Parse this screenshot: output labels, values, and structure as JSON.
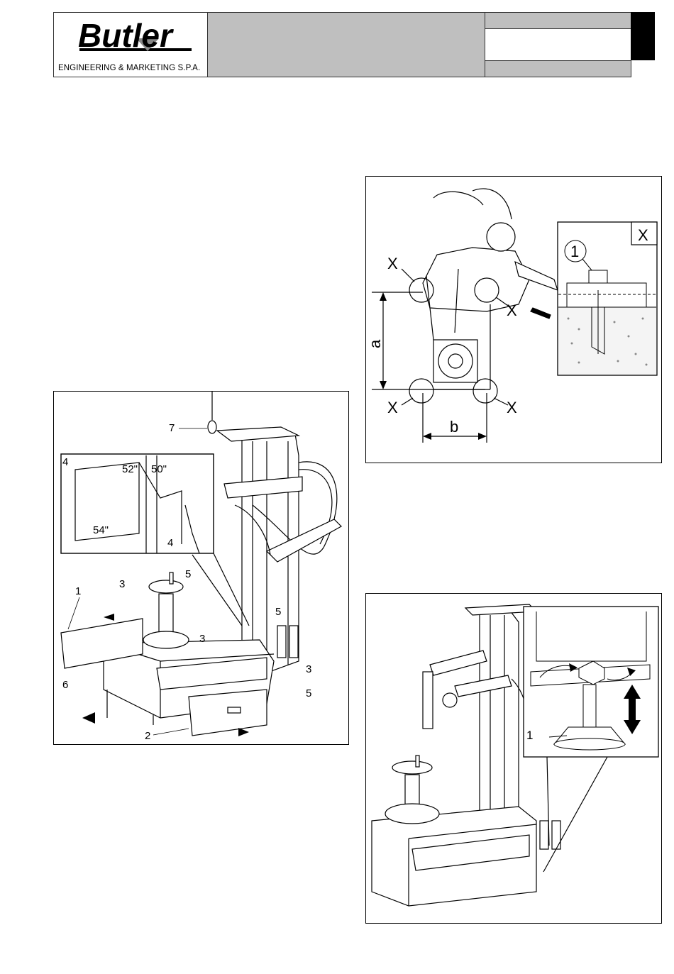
{
  "header": {
    "brand": "Butler",
    "subtitle": "ENGINEERING & MARKETING S.P.A."
  },
  "figure_left": {
    "callouts": [
      "1",
      "2",
      "3",
      "3",
      "3",
      "4",
      "4",
      "5",
      "5",
      "5",
      "6",
      "7"
    ],
    "detail_labels": [
      "52\"",
      "50\"",
      "54\""
    ]
  },
  "figure_top_right": {
    "labels": [
      "X",
      "X",
      "X",
      "X"
    ],
    "dimension_a": "a",
    "dimension_b": "b",
    "detail_title": "X",
    "detail_callout": "1"
  },
  "figure_bottom_right": {
    "callout": "1"
  }
}
